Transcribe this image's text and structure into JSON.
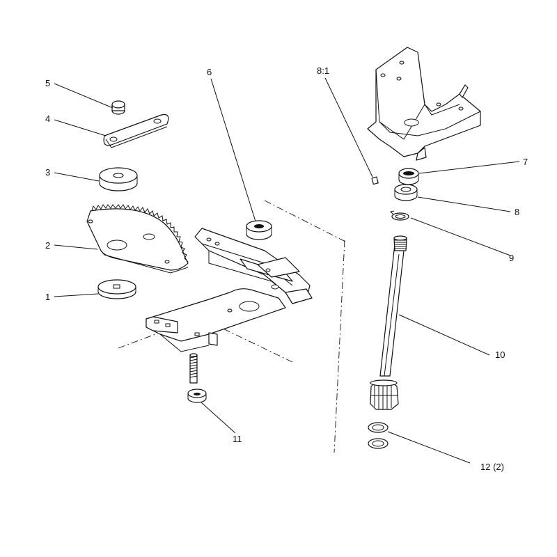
{
  "callouts": [
    {
      "id": "c1",
      "label": "1"
    },
    {
      "id": "c2",
      "label": "2"
    },
    {
      "id": "c3",
      "label": "3"
    },
    {
      "id": "c4",
      "label": "4"
    },
    {
      "id": "c5",
      "label": "5"
    },
    {
      "id": "c6",
      "label": "6"
    },
    {
      "id": "c7",
      "label": "7"
    },
    {
      "id": "c8",
      "label": "8"
    },
    {
      "id": "c81",
      "label": "8:1"
    },
    {
      "id": "c9",
      "label": "9"
    },
    {
      "id": "c10",
      "label": "10"
    },
    {
      "id": "c11",
      "label": "11"
    },
    {
      "id": "c12",
      "label": "12 (2)"
    }
  ],
  "colors": {
    "line": "#111111",
    "background": "#ffffff"
  }
}
